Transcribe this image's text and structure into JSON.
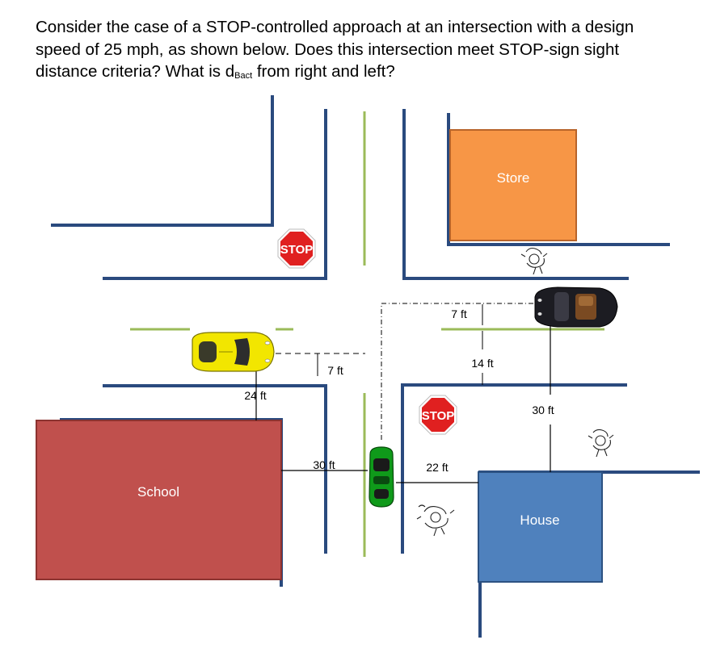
{
  "question": {
    "line1": "Consider the case of a STOP-controlled approach at an intersection with a design",
    "line2": "speed of 25 mph, as shown below.  Does this intersection meet STOP-sign sight",
    "line3_before": "distance criteria? What is d",
    "line3_sub": "Bact",
    "line3_after": " from right and left?"
  },
  "buildings": {
    "store": "Store",
    "school": "School",
    "house": "House"
  },
  "signs": {
    "stop_upper": "STOP",
    "stop_lower": "STOP"
  },
  "dimensions": {
    "d_7ft_top": "7 ft",
    "d_14ft": "14 ft",
    "d_30ft_right": "30 ft",
    "d_7ft_left": "7 ft",
    "d_24ft": "24 ft",
    "d_30ft_left": "30 ft",
    "d_22ft": "22 ft"
  },
  "colors": {
    "road_edge": "#2a4a7e",
    "center_line": "#9bbb59",
    "store": "#f79646",
    "school": "#c0504d",
    "house": "#4f81bd",
    "stop_red": "#e02020",
    "car_yellow": "#f2e600",
    "car_green": "#0f9a1a",
    "car_black": "#1c1c22"
  }
}
